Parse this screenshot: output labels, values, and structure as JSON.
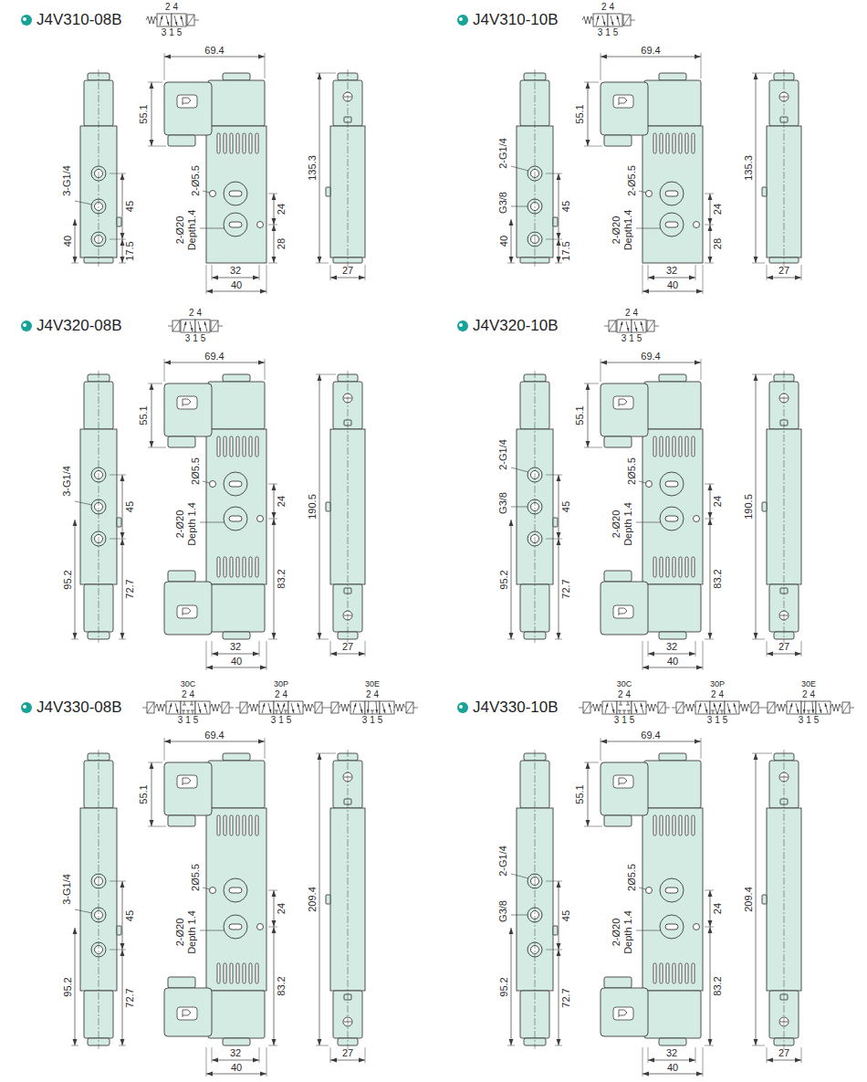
{
  "diagram": {
    "labels": [
      "J4V310-08B",
      "24",
      "315",
      "3-G1/4",
      "45",
      "40",
      "17.5",
      "69.4",
      "55.1",
      "2-Ø5.5",
      "24",
      "28",
      "2-Ø20 Depth1.4",
      "32",
      "40",
      "135.3",
      "27",
      "J4V310-10B",
      "24",
      "315",
      "G3/8",
      "2-G1/4",
      "45",
      "40",
      "17.5",
      "69.4",
      "55.1",
      "2-Ø5.5",
      "24",
      "28",
      "2-Ø20 Depth1.4",
      "32",
      "40",
      "135.3",
      "27",
      "J4V320-08B",
      "24",
      "315",
      "3-G1/4",
      "45",
      "95.2",
      "72.7",
      "69.4",
      "55.1",
      "2Ø5.5",
      "24",
      "83.2",
      "2-Ø20 Depth 1.4",
      "32",
      "40",
      "190.5",
      "27",
      "J4V320-10B",
      "24",
      "315",
      "G3/8",
      "2-G1/4",
      "45",
      "95.2",
      "72.7",
      "69.4",
      "55.1",
      "2Ø5.5",
      "24",
      "83.2",
      "2-Ø20 Depth 1.4",
      "32",
      "40",
      "190.5",
      "27",
      "J4V330-08B",
      "30C",
      "24",
      "315",
      "30P",
      "24",
      "315",
      "30E",
      "24",
      "315",
      "3-G1/4",
      "45",
      "95.2",
      "72.7",
      "69.4",
      "55.1",
      "2Ø5.5",
      "24",
      "83.2",
      "2-Ø20 Depth 1.4",
      "32",
      "40",
      "209.4",
      "27",
      "J4V330-10B",
      "30C",
      "24",
      "315",
      "30P",
      "24",
      "315",
      "30E",
      "24",
      "315",
      "G3/8",
      "2-G1/4",
      "45",
      "95.2",
      "72.7",
      "69.4",
      "55.1",
      "2Ø5.5",
      "24",
      "83.2",
      "2-Ø20 Depth 1.4",
      "32",
      "40",
      "209.4",
      "27"
    ]
  }
}
